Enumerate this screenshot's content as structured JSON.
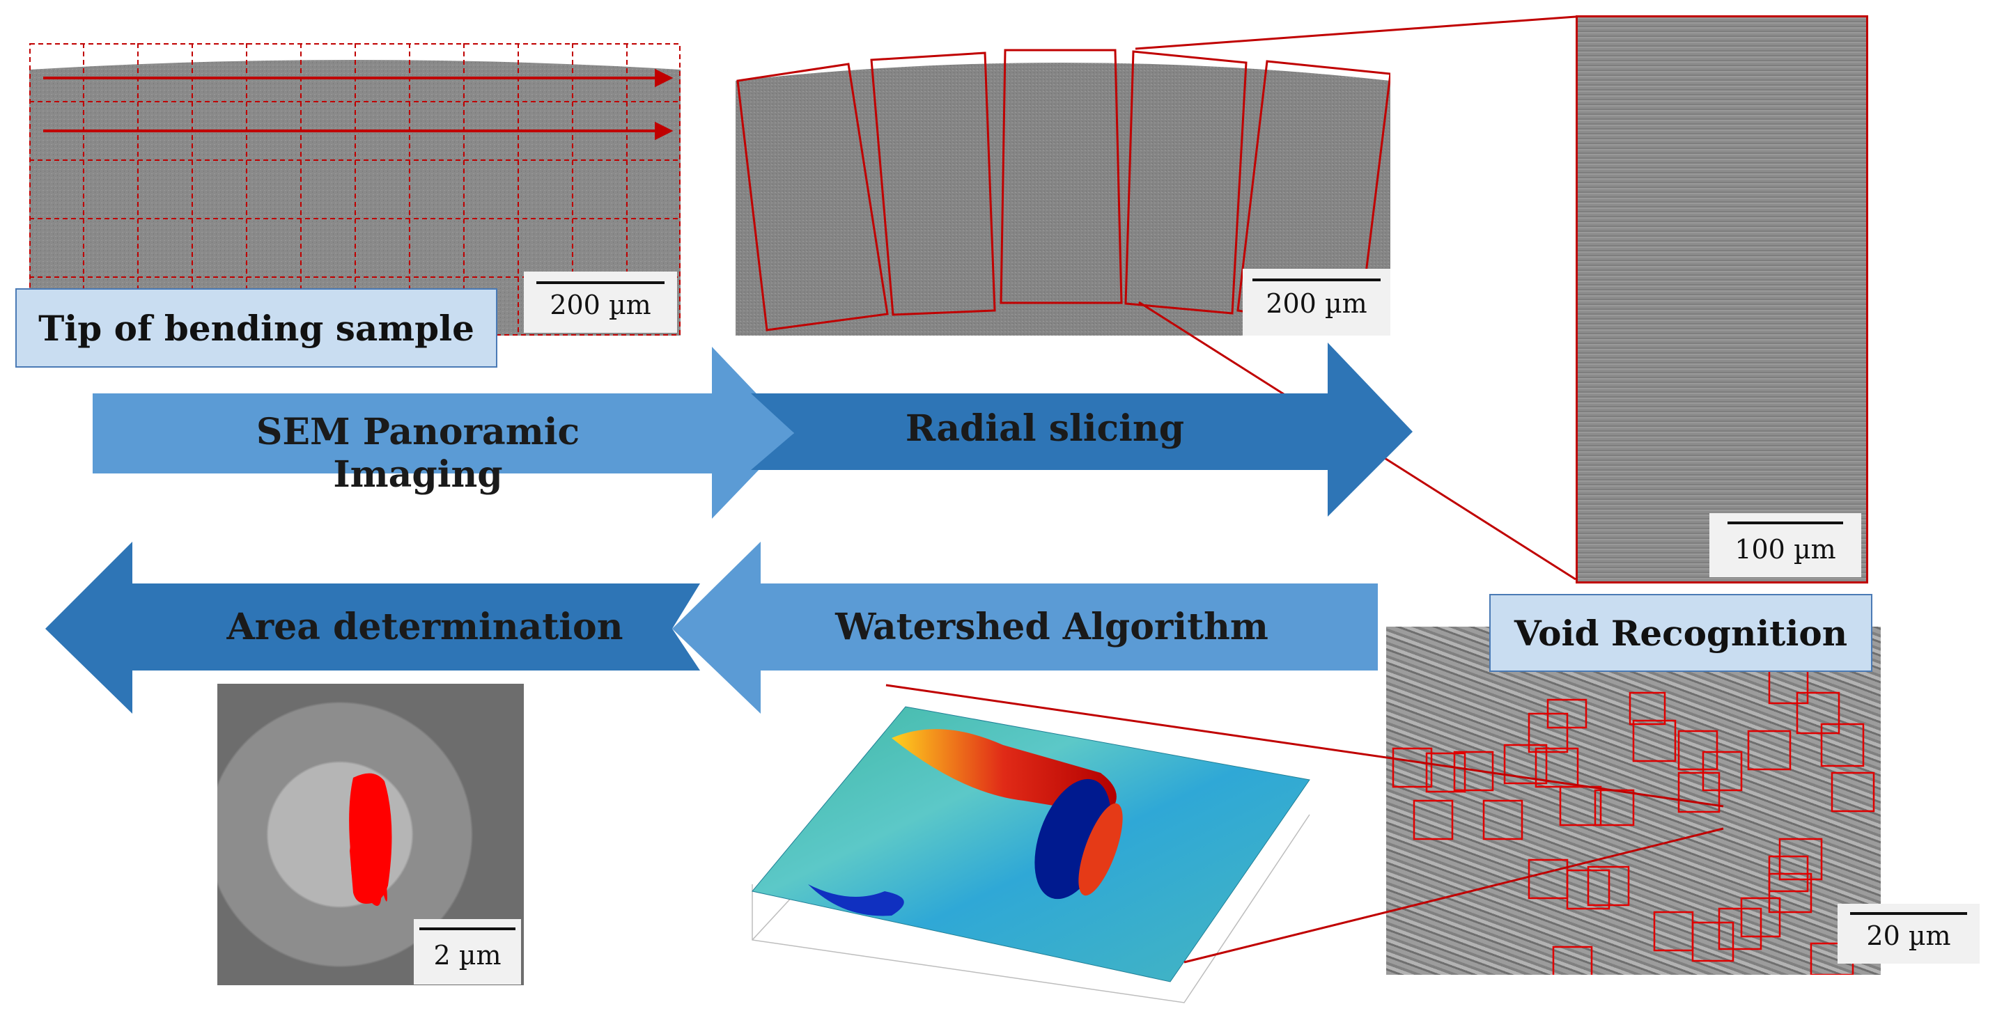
{
  "labels": {
    "tip_of_bending_sample": "Tip of bending sample",
    "void_recognition": "Void Recognition"
  },
  "arrows": {
    "sem_panoramic": "SEM Panoramic Imaging",
    "radial_slicing": "Radial slicing",
    "watershed": "Watershed Algorithm",
    "area_determination": "Area determination"
  },
  "scale_bars": {
    "panorama": "200 µm",
    "radial": "200 µm",
    "zoom_slice": "100 µm",
    "void_image": "20 µm",
    "area_image": "2 µm"
  },
  "colors": {
    "arrow_light": "#5b9bd5",
    "arrow_dark": "#2e75b6",
    "frame_red": "#c00000",
    "label_fill": "#c9ddf1",
    "void_fill": "#ff0000"
  }
}
